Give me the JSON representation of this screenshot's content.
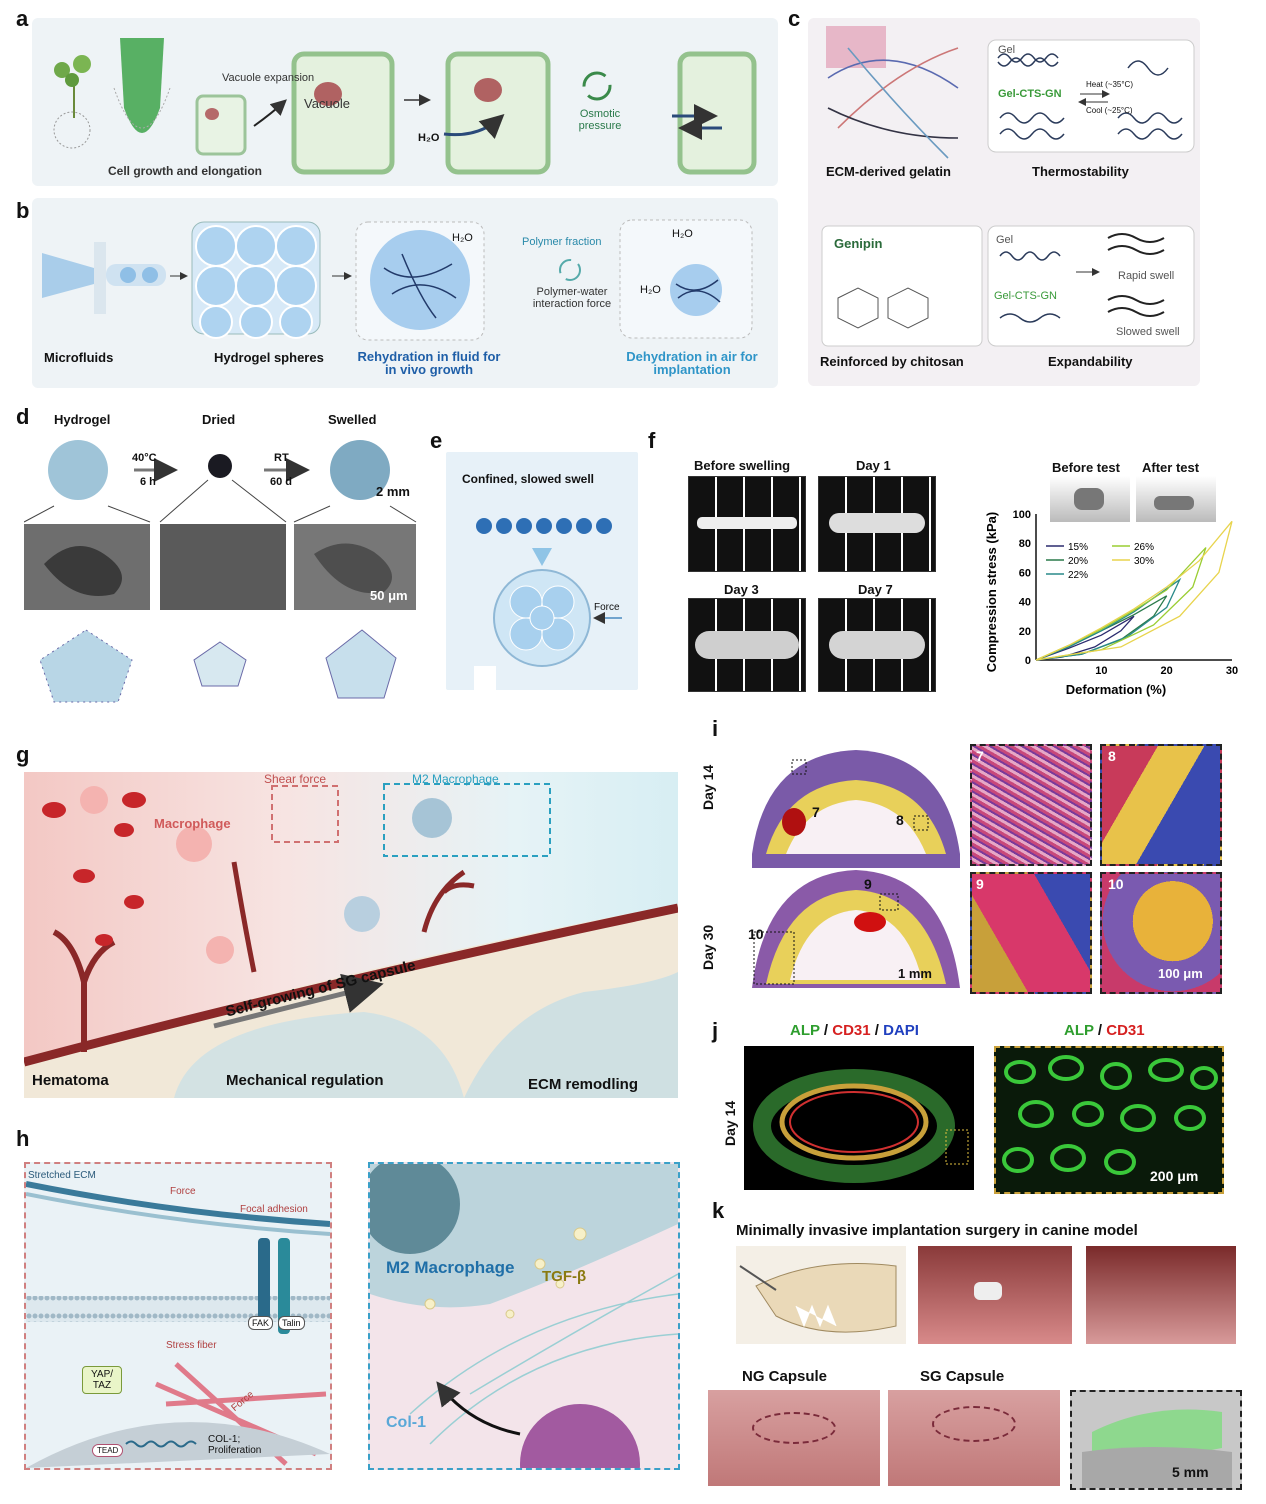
{
  "panels": {
    "a": {
      "letter": "a",
      "vacuole_expansion": "Vacuole expansion",
      "vacuole": "Vacuole",
      "water": "H₂O",
      "osmotic": "Osmotic pressure",
      "caption": "Cell growth and elongation"
    },
    "b": {
      "letter": "b",
      "microfluids": "Microfluids",
      "spheres": "Hydrogel spheres",
      "rehydration": "Rehydration in fluid for in vivo growth",
      "polymer_fraction": "Polymer fraction",
      "interaction": "Polymer-water interaction force",
      "dehydration": "Dehydration in air for implantation",
      "water": "H₂O"
    },
    "c": {
      "letter": "c",
      "ecm": "ECM-derived gelatin",
      "thermo": "Thermostability",
      "gel": "Gel",
      "gelcts": "Gel-CTS-GN",
      "heat": "Heat (~35°C)",
      "cool": "Cool (~25°C)",
      "genipin": "Genipin",
      "chitosan": "Reinforced by chitosan",
      "rapid": "Rapid swell",
      "slowed": "Slowed swell",
      "expand": "Expandability"
    },
    "d": {
      "letter": "d",
      "hydrogel": "Hydrogel",
      "dried": "Dried",
      "swelled": "Swelled",
      "cond1a": "40°C",
      "cond1b": "6 h",
      "cond2a": "RT",
      "cond2b": "60 d",
      "scale1": "2 mm",
      "scale2": "50 μm"
    },
    "e": {
      "letter": "e",
      "title": "Confined, slowed swell",
      "force": "Force"
    },
    "f": {
      "letter": "f",
      "before_swelling": "Before swelling",
      "day1": "Day 1",
      "day3": "Day 3",
      "day7": "Day 7",
      "before_test": "Before test",
      "after_test": "After test"
    },
    "g": {
      "letter": "g",
      "shear": "Shear force",
      "m2": "M2 Macrophage",
      "macrophage": "Macrophage",
      "selfgrow": "Self-growing of SG capsule",
      "hematoma": "Hematoma",
      "mech": "Mechanical regulation",
      "ecm": "ECM remodling"
    },
    "h": {
      "letter": "h",
      "stretched": "Stretched ECM",
      "force": "Force",
      "focal": "Focal adhesion",
      "fak": "FAK",
      "talin": "Talin",
      "stress": "Stress fiber",
      "yap": "YAP/ TAZ",
      "tead": "TEAD",
      "col1prolif": "COL-1; Proliferation",
      "m2": "M2 Macrophage",
      "tgfb": "TGF-β",
      "col1": "Col-1"
    },
    "i": {
      "letter": "i",
      "day14": "Day 14",
      "day30": "Day 30",
      "n7": "7",
      "n8": "8",
      "n9": "9",
      "n10": "10",
      "scale1": "1 mm",
      "scale2": "100 μm"
    },
    "j": {
      "letter": "j",
      "alp": "ALP",
      "cd31": "CD31",
      "dapi": "DAPI",
      "slash": "/",
      "day14": "Day 14",
      "scale": "200 μm"
    },
    "k": {
      "letter": "k",
      "title": "Minimally invasive implantation surgery in canine model",
      "ng": "NG Capsule",
      "sg": "SG Capsule",
      "scale": "5 mm"
    }
  },
  "colors": {
    "alp": "#2e9e2e",
    "cd31": "#d62020",
    "dapi": "#1f3fbf",
    "accent_blue": "#2f7fc1",
    "accent_red": "#c0504d"
  },
  "chart_data": {
    "type": "line",
    "xlabel": "Deformation (%)",
    "ylabel": "Compression stress (kPa)",
    "xlim": [
      0,
      30
    ],
    "ylim": [
      0,
      100
    ],
    "xticks": [
      10,
      20,
      30
    ],
    "yticks": [
      0,
      20,
      40,
      60,
      80,
      100
    ],
    "legend_position": "top-left",
    "series": [
      {
        "name": "15%",
        "color": "#2b2b6e",
        "load": [
          [
            0,
            0
          ],
          [
            5,
            8
          ],
          [
            10,
            17
          ],
          [
            15,
            30
          ]
        ],
        "unload": [
          [
            15,
            30
          ],
          [
            13,
            20
          ],
          [
            9,
            9
          ],
          [
            4,
            2
          ],
          [
            0,
            0
          ]
        ]
      },
      {
        "name": "20%",
        "color": "#2a7a4a",
        "load": [
          [
            0,
            0
          ],
          [
            5,
            9
          ],
          [
            10,
            20
          ],
          [
            15,
            31
          ],
          [
            20,
            44
          ]
        ],
        "unload": [
          [
            20,
            44
          ],
          [
            18,
            30
          ],
          [
            13,
            14
          ],
          [
            7,
            4
          ],
          [
            0,
            0
          ]
        ]
      },
      {
        "name": "22%",
        "color": "#2a8a8a",
        "load": [
          [
            0,
            0
          ],
          [
            5,
            9
          ],
          [
            10,
            20
          ],
          [
            15,
            33
          ],
          [
            22,
            55
          ]
        ],
        "unload": [
          [
            22,
            55
          ],
          [
            20,
            36
          ],
          [
            14,
            16
          ],
          [
            7,
            4
          ],
          [
            0,
            0
          ]
        ]
      },
      {
        "name": "26%",
        "color": "#9acd32",
        "load": [
          [
            0,
            0
          ],
          [
            5,
            10
          ],
          [
            10,
            21
          ],
          [
            15,
            34
          ],
          [
            20,
            48
          ],
          [
            26,
            77
          ]
        ],
        "unload": [
          [
            26,
            77
          ],
          [
            24,
            50
          ],
          [
            18,
            24
          ],
          [
            10,
            7
          ],
          [
            0,
            0
          ]
        ]
      },
      {
        "name": "30%",
        "color": "#e8d44d",
        "load": [
          [
            0,
            0
          ],
          [
            5,
            10
          ],
          [
            10,
            22
          ],
          [
            15,
            35
          ],
          [
            20,
            50
          ],
          [
            25,
            68
          ],
          [
            30,
            95
          ]
        ],
        "unload": [
          [
            30,
            95
          ],
          [
            28,
            60
          ],
          [
            22,
            30
          ],
          [
            13,
            9
          ],
          [
            0,
            0
          ]
        ]
      }
    ]
  }
}
